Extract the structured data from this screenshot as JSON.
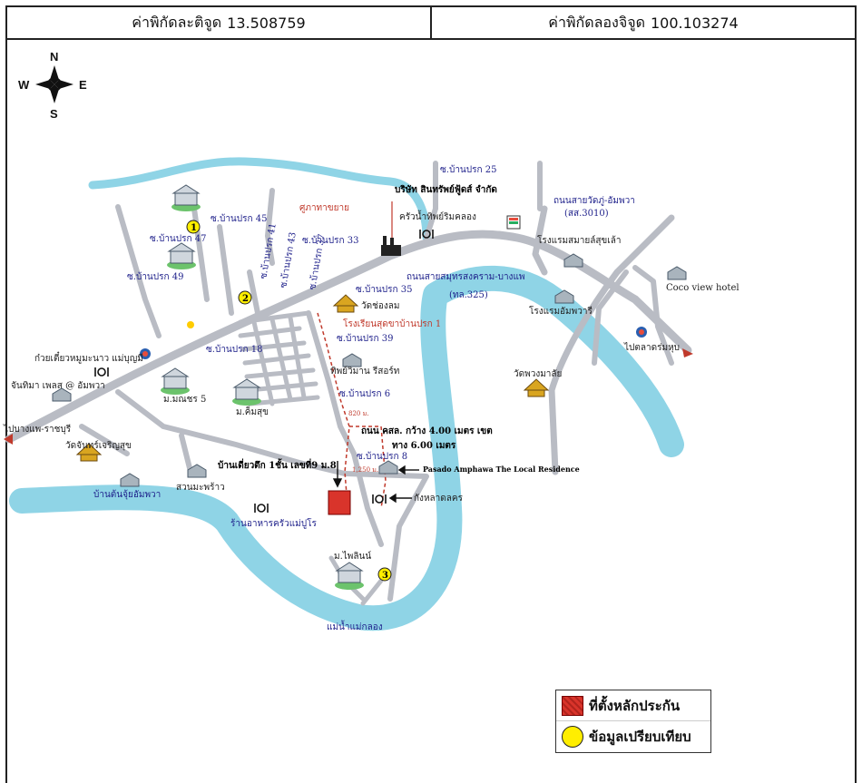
{
  "header": {
    "latitude_label": "ค่าพิกัดละติจูด",
    "latitude_value": "13.508759",
    "longitude_label": "ค่าพิกัดลองจิจูด",
    "longitude_value": "100.103274"
  },
  "compass": {
    "n": "N",
    "s": "S",
    "e": "E",
    "w": "W"
  },
  "colors": {
    "river": "#8fd4e6",
    "road": "#b9bcc4",
    "route": "#c0392b",
    "label_blue": "#1d1f8a"
  },
  "map": {
    "soi": {
      "s25": "ซ.บ้านปรก 25",
      "s45": "ซ.บ้านปรก 45",
      "s47": "ซ.บ้านปรก 47",
      "s49": "ซ.บ้านปรก 49",
      "s41": "ซ.บ้านปรก 41",
      "s43": "ซ.บ้านปรก 43",
      "s37": "ซ.บ้านปรก 37",
      "s33": "ซ.บ้านปรก 33",
      "s35": "ซ.บ้านปรก 35",
      "s18": "ซ.บ้านปรก 18",
      "s39": "ซ.บ้านปรก 39",
      "s6": "ซ.บ้านปรก 6",
      "s8": "ซ.บ้านปรก 8"
    },
    "places": {
      "factory": "บริษัท สินทรัพย์ฟู้ดส์ จำกัด",
      "restaurant1": "ครัวน้ำทิพย์ริมคลอง",
      "road_wat": "ถนนสายวัดภู่-อัมพวา",
      "road_wat_code": "(สส.3010)",
      "hotel1": "โรงแรมสมายล์สุขเล้า",
      "hotel_coco": "Coco view hotel",
      "police": "ศูภาทาขยาย",
      "main_road": "ถนนสายสมุทรสงคราม-บางแพ",
      "main_road_code": "(ทล.325)",
      "hotel2": "โรงแรมอัมพวารี",
      "wat1": "วัดช่องลม",
      "school": "โรงเรียนสุดขาบ้านปรก 1",
      "resort": "ทิพย์วิมาน รีสอร์ท",
      "to_south": "ไปตลาดร่มหุบ",
      "wat2": "วัดพวงมาลัย",
      "noodle": "ก๋วยเตี๋ยวหมูมะนาว แม่บุญมี",
      "resort2": "จันทิมา เพลส @ อัมพวา",
      "village5": "ม.มณชร 5",
      "village_suk": "ม.ค็มสุข",
      "to_west": "ไปบางแพ-ราชบุรี",
      "road_width": "ถนน คสล. กว้าง 4.00 เมตร เขต",
      "road_width2": "ทาง 6.00 เมตร",
      "dist1": "820 ม.",
      "dist2": "1,250 ม.",
      "wat3": "วัดจันทร์เจริญสุข",
      "subject": "บ้านเดี่ยวตึก 1ชั้น เลขที่9 ม.8",
      "residence": "Pasado Amphawa The Local Residence",
      "village_amphawa": "บ้านต้นจุ้ยอัมพวา",
      "garden": "สวนมะพร้าว",
      "restaurant2": "ร้านอาหารครัวแม่ปูโร",
      "food_stall": "กังหลาดลคร",
      "village_pai": "ม.ไพลินน์",
      "river": "แม่น้ำแม่กลอง",
      "marker1": "1",
      "marker2": "2",
      "marker3": "3"
    }
  },
  "legend": {
    "subject": "ที่ตั้งหลักประกัน",
    "comparables": "ข้อมูลเปรียบเทียบ"
  }
}
